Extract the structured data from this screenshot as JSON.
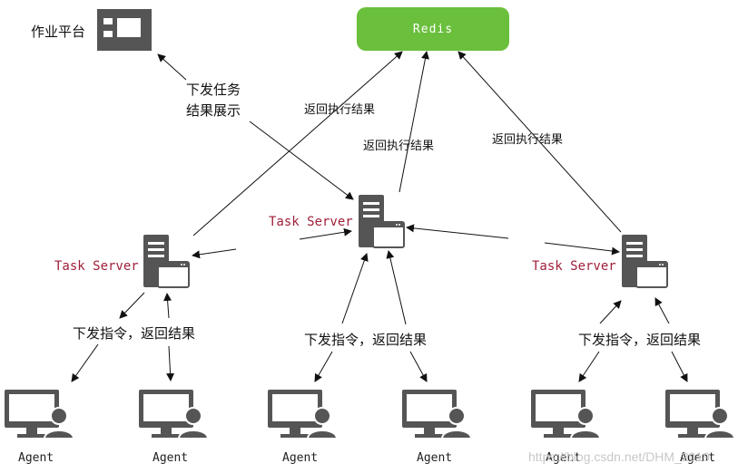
{
  "platform_label": "作业平台",
  "redis_label": "Redis",
  "dispatch_label_line1": "下发任务",
  "dispatch_label_line2": "结果展示",
  "return_result_label": "返回执行结果",
  "server_label": "Task Server",
  "agent_command_label": "下发指令，返回结果",
  "agent_label": "Agent",
  "watermark": "https://blog.csdn.net/DHM_2019",
  "colors": {
    "redis_green": "#6abf3c",
    "server_label_red": "#a0203a",
    "icon_gray": "#555555"
  }
}
